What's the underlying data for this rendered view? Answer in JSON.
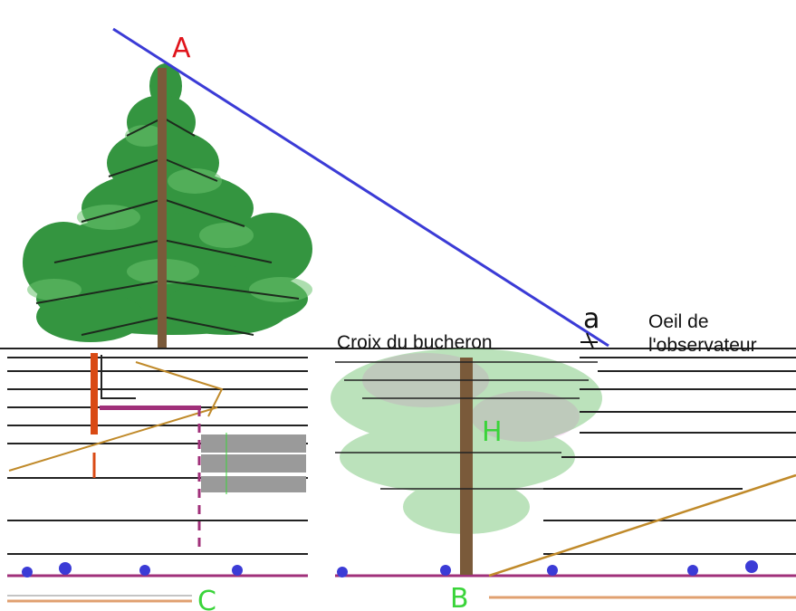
{
  "labels": {
    "A": "A",
    "a": "a",
    "H": "H",
    "B": "B",
    "C": "C"
  },
  "captions": {
    "cross": "Croix du bucheron",
    "eye_line1": "Oeil de",
    "eye_line2": "l'observateur"
  },
  "colors": {
    "sight_line": "#3b3bd6",
    "label_A": "#e0141b",
    "label_green": "#3ad43a",
    "text": "#111111",
    "foliage": "#1f8a2c",
    "trunk": "#7a5a3a",
    "stick": "#d94a14",
    "dashed": "#a0307a",
    "shadow": "#9a9a9a"
  }
}
